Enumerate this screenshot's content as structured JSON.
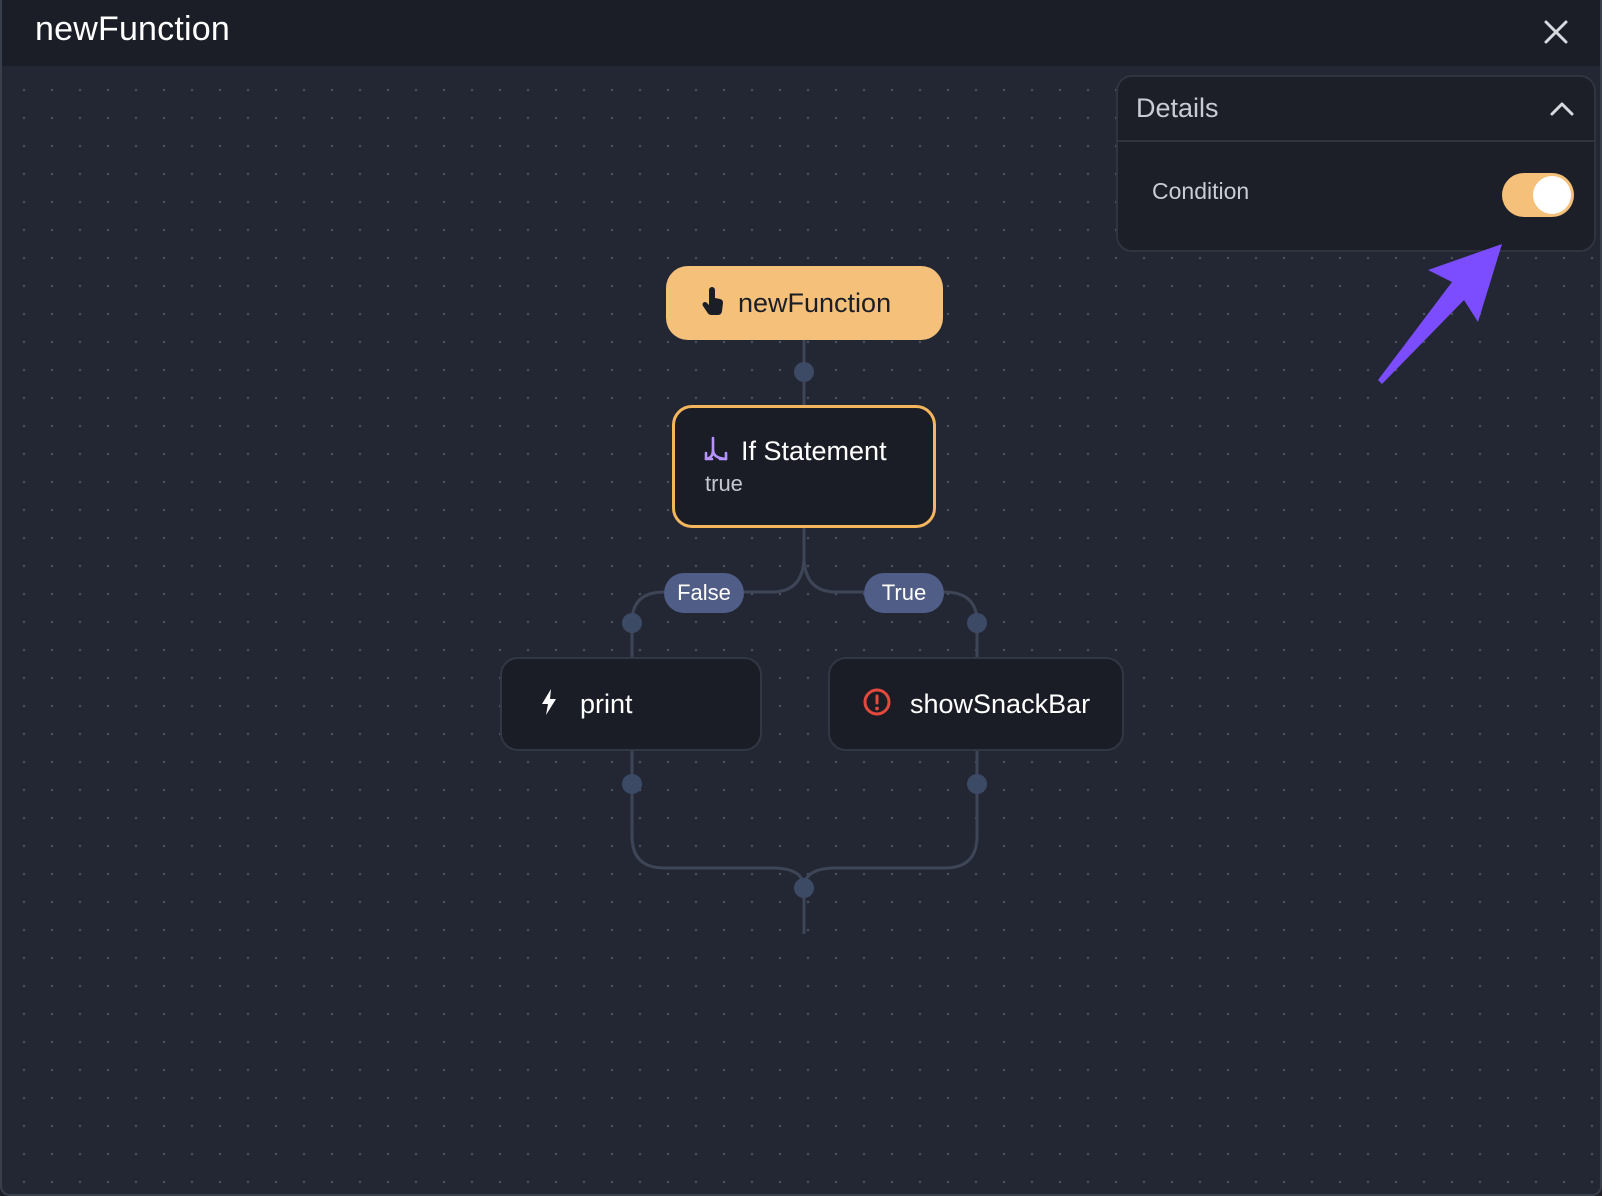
{
  "window": {
    "title": "newFunction"
  },
  "flow": {
    "trigger": {
      "label": "newFunction",
      "icon": "pointer-hand-icon"
    },
    "if_node": {
      "label": "If Statement",
      "value": "true",
      "icon": "branch-icon"
    },
    "branches": {
      "false_label": "False",
      "true_label": "True"
    },
    "actions": [
      {
        "label": "print",
        "icon": "lightning-icon"
      },
      {
        "label": "showSnackBar",
        "icon": "alert-circle-icon"
      }
    ]
  },
  "details_panel": {
    "title": "Details",
    "condition_label": "Condition",
    "condition_enabled": true
  },
  "colors": {
    "accent": "#f4c07a",
    "pill": "#505d86",
    "annotation_arrow": "#7c4dff",
    "error_icon": "#e5483c"
  }
}
